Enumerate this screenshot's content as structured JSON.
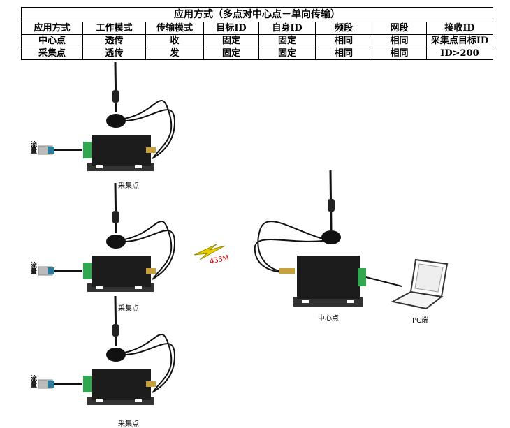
{
  "table": {
    "title": "应用方式（多点对中心点－单向传输）",
    "headers": [
      "应用方式",
      "工作模式",
      "传输模式",
      "目标ID",
      "自身ID",
      "频段",
      "网段",
      "接收ID"
    ],
    "rows": [
      [
        "中心点",
        "透传",
        "收",
        "固定",
        "固定",
        "相同",
        "相同",
        "采集点目标ID"
      ],
      [
        "采集点",
        "透传",
        "发",
        "固定",
        "固定",
        "相同",
        "相同",
        "ID>200"
      ]
    ]
  },
  "diagram": {
    "collector_label": "采集点",
    "sensor_label": "流量",
    "center_label": "中心点",
    "pc_label": "PC端",
    "frequency_label": "433M",
    "colors": {
      "device": "#1c1c1c",
      "terminal": "#2fa84f",
      "wireless": "#e8d000",
      "freq_text": "#d40000"
    }
  }
}
